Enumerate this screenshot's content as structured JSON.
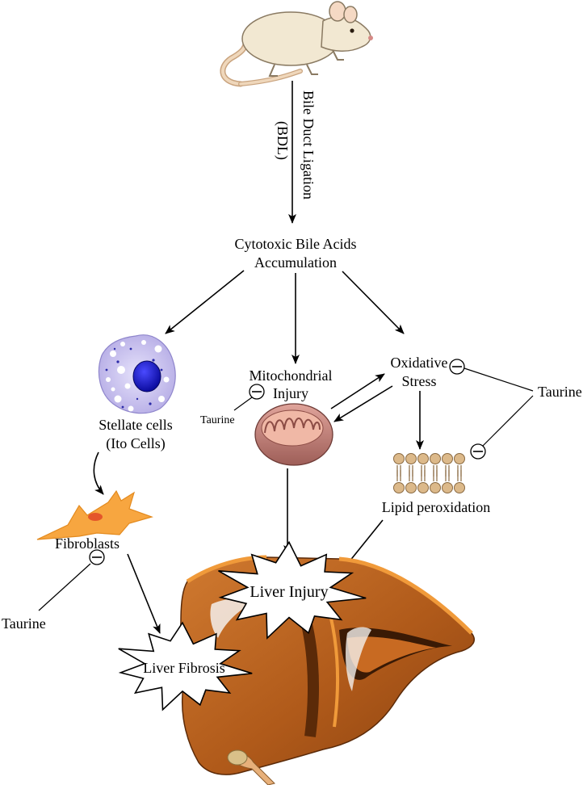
{
  "labels": {
    "procedure_line1": "Bile Duct Ligation",
    "procedure_line2": "(BDL)",
    "hub_line1": "Cytotoxic Bile Acids",
    "hub_line2": "Accumulation",
    "mito_line1": "Mitochondrial",
    "mito_line2": "Injury",
    "oxidative_line1": "Oxidative",
    "oxidative_line2": "Stress",
    "stellate_line1": "Stellate cells",
    "stellate_line2": "(Ito Cells)",
    "fibroblasts": "Fibroblasts",
    "lipid": "Lipid peroxidation",
    "liver_injury": "Liver Injury",
    "liver_fibrosis": "Liver Fibrosis",
    "taurine_mito": "Taurine",
    "taurine_right": "Taurine",
    "taurine_left": "Taurine"
  },
  "colors": {
    "mouse_body": "#f2e8d2",
    "mouse_tail": "#e8c9a6",
    "stellate_cell": "#c9c2ef",
    "stellate_nucleus": "#1a1adb",
    "fibroblast": "#f7a640",
    "mitochondrion": "#c9857d",
    "lipid_head": "#dcb98a",
    "liver": "#b8621f",
    "liver_dark": "#5b2a08",
    "liver_edge": "#f09a3a"
  },
  "icons": {
    "mouse": "mouse-icon",
    "stellate": "stellate-cell-icon",
    "fibroblast": "fibroblast-icon",
    "mitochondrion": "mitochondrion-icon",
    "lipid": "lipid-bilayer-icon",
    "liver": "liver-icon",
    "inhibition": "minus-circle-icon"
  }
}
